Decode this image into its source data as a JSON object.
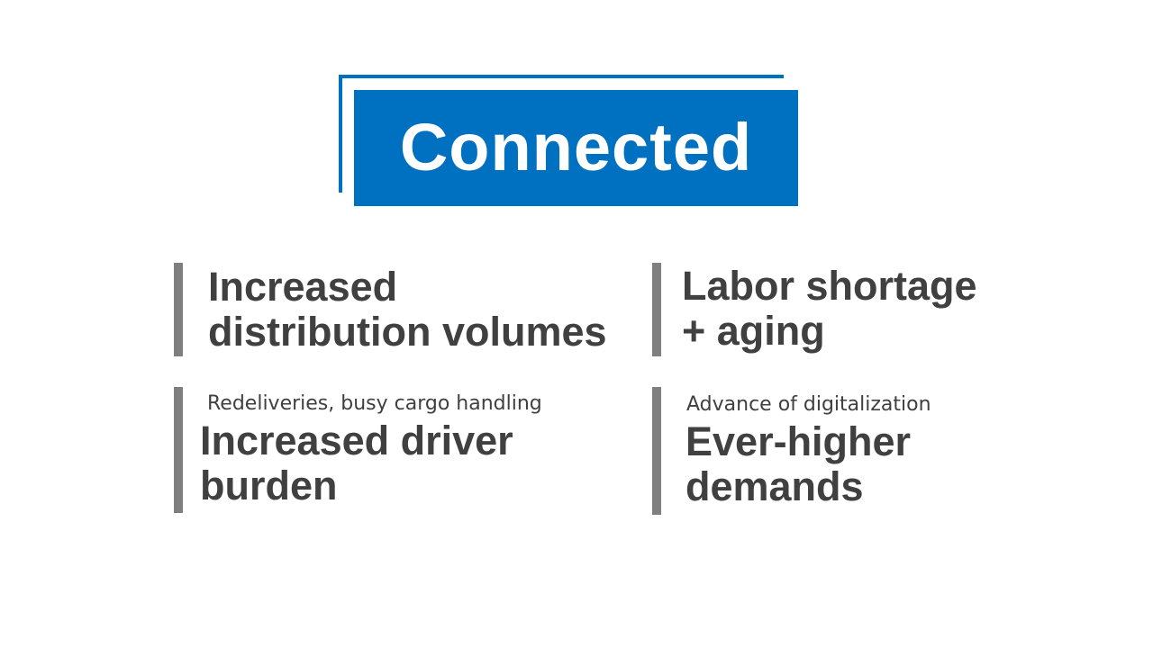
{
  "title": {
    "text": "Connected",
    "color": "#0070c0"
  },
  "items": [
    {
      "caption": "",
      "lines": [
        "Increased",
        "distribution volumes"
      ]
    },
    {
      "caption": "",
      "lines": [
        "Labor shortage",
        "+ aging"
      ]
    },
    {
      "caption": "Redeliveries, busy cargo handling",
      "lines": [
        "Increased driver",
        "burden"
      ]
    },
    {
      "caption": "Advance of digitalization",
      "lines": [
        "Ever-higher",
        "demands"
      ]
    }
  ],
  "colors": {
    "accent": "#0070c0",
    "bar": "#7f7f7f",
    "text": "#404040"
  }
}
